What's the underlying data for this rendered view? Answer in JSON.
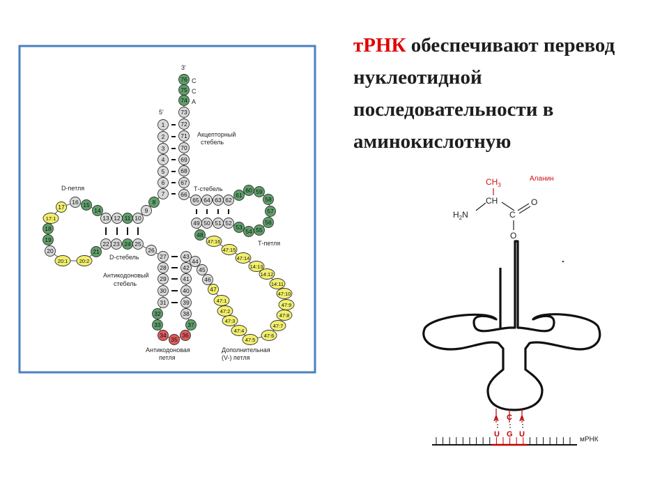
{
  "heading": {
    "accent": "тРНК",
    "rest": " обеспечивают перевод нуклеотидной последовательности в аминокислотную"
  },
  "colors": {
    "frame": "#4a7fc1",
    "green": "#5fa06a",
    "yellow": "#f2ef6e",
    "red": "#e05a5a",
    "gray": "#d9d9d9",
    "accent": "#e00000",
    "ink": "#1e1e1e"
  },
  "cloverleaf": {
    "end3": "3'",
    "end5": "5'",
    "cca": [
      "C",
      "C",
      "A"
    ],
    "labels": {
      "acceptor": [
        "Акцепторный",
        "стебель"
      ],
      "t_stem": "Т-стебель",
      "t_loop": "Т-петля",
      "d_loop": "D-петля",
      "d_stem": "D-стебель",
      "anticodon_stem": [
        "Антикодоновый",
        "стебель"
      ],
      "anticodon_loop": [
        "Антикодоновая",
        "петля"
      ],
      "variable_loop": [
        "Дополнительная",
        "(V-) петля"
      ]
    },
    "nucleotides": [
      {
        "n": "76",
        "c": "green"
      },
      {
        "n": "75",
        "c": "green"
      },
      {
        "n": "74",
        "c": "green"
      },
      {
        "n": "73",
        "c": "gray"
      },
      {
        "n": "72",
        "c": "gray"
      },
      {
        "n": "71",
        "c": "gray"
      },
      {
        "n": "70",
        "c": "gray"
      },
      {
        "n": "69",
        "c": "gray"
      },
      {
        "n": "68",
        "c": "gray"
      },
      {
        "n": "67",
        "c": "gray"
      },
      {
        "n": "66",
        "c": "gray"
      },
      {
        "n": "1",
        "c": "gray"
      },
      {
        "n": "2",
        "c": "gray"
      },
      {
        "n": "3",
        "c": "gray"
      },
      {
        "n": "4",
        "c": "gray"
      },
      {
        "n": "5",
        "c": "gray"
      },
      {
        "n": "6",
        "c": "gray"
      },
      {
        "n": "7",
        "c": "gray"
      },
      {
        "n": "8",
        "c": "green"
      },
      {
        "n": "9",
        "c": "gray"
      },
      {
        "n": "65",
        "c": "gray"
      },
      {
        "n": "64",
        "c": "gray"
      },
      {
        "n": "63",
        "c": "gray"
      },
      {
        "n": "62",
        "c": "gray"
      },
      {
        "n": "61",
        "c": "green"
      },
      {
        "n": "60",
        "c": "green"
      },
      {
        "n": "59",
        "c": "green"
      },
      {
        "n": "58",
        "c": "green"
      },
      {
        "n": "57",
        "c": "green"
      },
      {
        "n": "56",
        "c": "green"
      },
      {
        "n": "55",
        "c": "green"
      },
      {
        "n": "54",
        "c": "green"
      },
      {
        "n": "53",
        "c": "green"
      },
      {
        "n": "49",
        "c": "gray"
      },
      {
        "n": "50",
        "c": "gray"
      },
      {
        "n": "51",
        "c": "gray"
      },
      {
        "n": "52",
        "c": "gray"
      },
      {
        "n": "48",
        "c": "green"
      },
      {
        "n": "16",
        "c": "gray"
      },
      {
        "n": "15",
        "c": "green"
      },
      {
        "n": "14",
        "c": "green"
      },
      {
        "n": "13",
        "c": "gray"
      },
      {
        "n": "12",
        "c": "gray"
      },
      {
        "n": "11",
        "c": "green"
      },
      {
        "n": "10",
        "c": "gray"
      },
      {
        "n": "17",
        "c": "yellow"
      },
      {
        "n": "17:1",
        "c": "yellow"
      },
      {
        "n": "18",
        "c": "green"
      },
      {
        "n": "19",
        "c": "green"
      },
      {
        "n": "20",
        "c": "gray"
      },
      {
        "n": "20:1",
        "c": "yellow"
      },
      {
        "n": "20:2",
        "c": "yellow"
      },
      {
        "n": "21",
        "c": "green"
      },
      {
        "n": "22",
        "c": "gray"
      },
      {
        "n": "23",
        "c": "gray"
      },
      {
        "n": "24",
        "c": "green"
      },
      {
        "n": "25",
        "c": "gray"
      },
      {
        "n": "26",
        "c": "gray"
      },
      {
        "n": "27",
        "c": "gray"
      },
      {
        "n": "28",
        "c": "gray"
      },
      {
        "n": "29",
        "c": "gray"
      },
      {
        "n": "30",
        "c": "gray"
      },
      {
        "n": "31",
        "c": "gray"
      },
      {
        "n": "32",
        "c": "green"
      },
      {
        "n": "33",
        "c": "green"
      },
      {
        "n": "34",
        "c": "red"
      },
      {
        "n": "35",
        "c": "red"
      },
      {
        "n": "36",
        "c": "red"
      },
      {
        "n": "37",
        "c": "green"
      },
      {
        "n": "38",
        "c": "gray"
      },
      {
        "n": "39",
        "c": "gray"
      },
      {
        "n": "40",
        "c": "gray"
      },
      {
        "n": "41",
        "c": "gray"
      },
      {
        "n": "42",
        "c": "gray"
      },
      {
        "n": "43",
        "c": "gray"
      },
      {
        "n": "44",
        "c": "gray"
      },
      {
        "n": "45",
        "c": "gray"
      },
      {
        "n": "46",
        "c": "gray"
      },
      {
        "n": "47",
        "c": "yellow"
      },
      {
        "n": "47:1",
        "c": "yellow"
      },
      {
        "n": "47:2",
        "c": "yellow"
      },
      {
        "n": "47:3",
        "c": "yellow"
      },
      {
        "n": "47:4",
        "c": "yellow"
      },
      {
        "n": "47:5",
        "c": "yellow"
      },
      {
        "n": "47:6",
        "c": "yellow"
      },
      {
        "n": "47:7",
        "c": "yellow"
      },
      {
        "n": "47:8",
        "c": "yellow"
      },
      {
        "n": "47:9",
        "c": "yellow"
      },
      {
        "n": "47:10",
        "c": "yellow"
      },
      {
        "n": "14:11",
        "c": "yellow"
      },
      {
        "n": "14:12",
        "c": "yellow"
      },
      {
        "n": "14:13",
        "c": "yellow"
      },
      {
        "n": "47:14",
        "c": "yellow"
      },
      {
        "n": "47:15",
        "c": "yellow"
      },
      {
        "n": "47:16",
        "c": "yellow"
      }
    ]
  },
  "schematic": {
    "ch3": "CH",
    "ch3_sub": "3",
    "amino_acid": "Аланин",
    "ch": "CH",
    "h2n_h": "H",
    "h2n_sub": "2",
    "h2n_n": "N",
    "carbon": "C",
    "o_top": "O",
    "o_bottom": "O",
    "anticodon": [
      "A",
      "C",
      "A"
    ],
    "codon": [
      "U",
      "G",
      "U"
    ],
    "mrna": "мРНК"
  }
}
